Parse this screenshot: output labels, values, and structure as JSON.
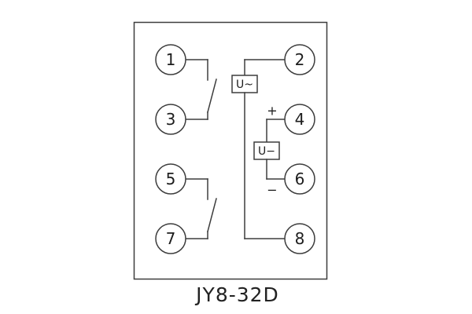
{
  "diagram": {
    "caption": "JY8-32D",
    "terminals": {
      "t1": "1",
      "t2": "2",
      "t3": "3",
      "t4": "4",
      "t5": "5",
      "t6": "6",
      "t7": "7",
      "t8": "8"
    },
    "labels": {
      "ac_coil": "U~",
      "dc_coil": "U−",
      "polarity_plus": "+",
      "polarity_minus": "−"
    },
    "colors": {
      "line": "#3d3d3d",
      "text": "#1d1d1d",
      "background": "#ffffff"
    }
  }
}
